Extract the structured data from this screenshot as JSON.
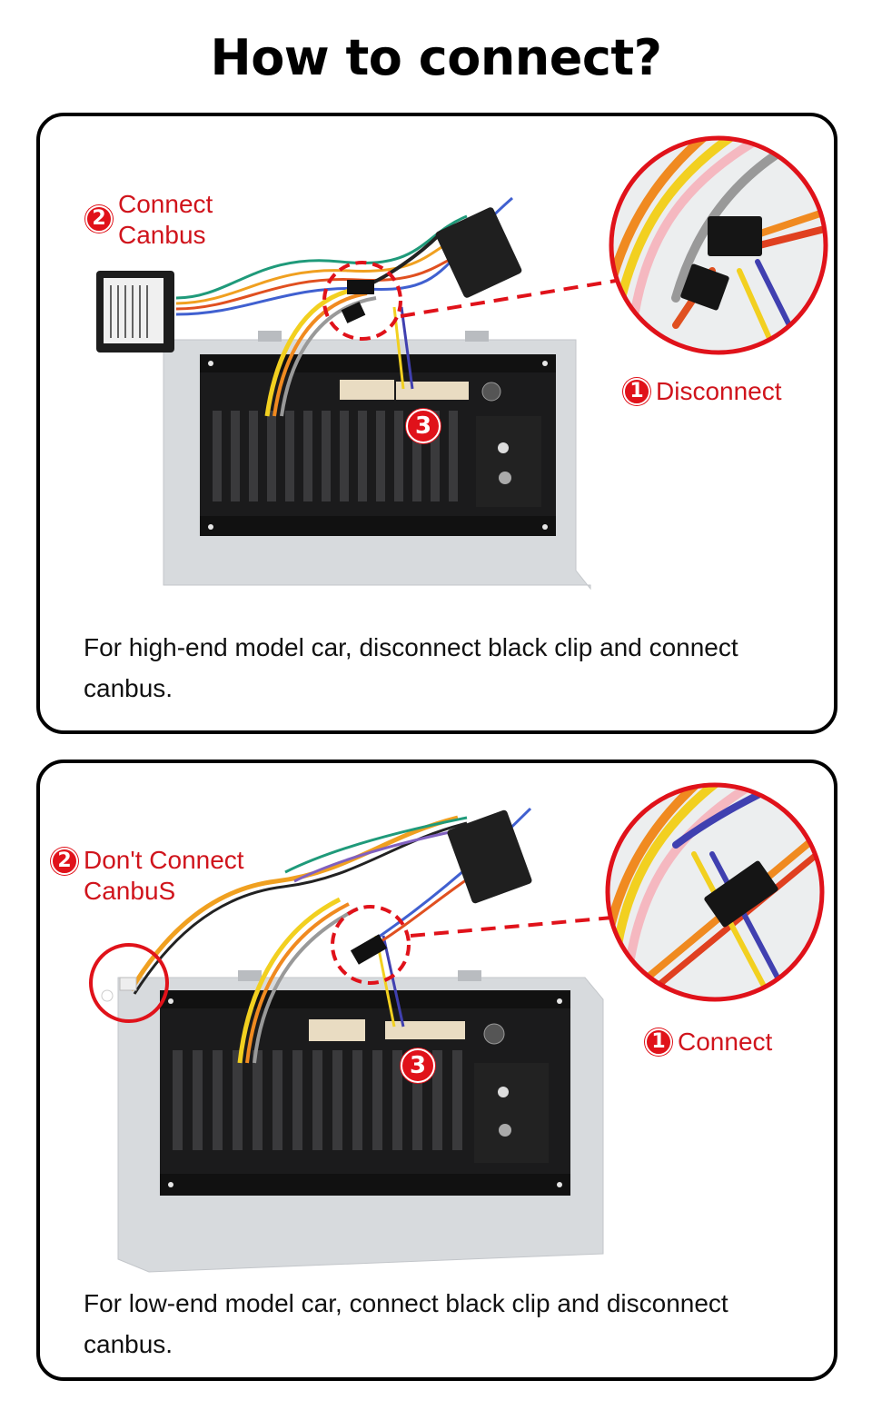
{
  "title": "How to connect?",
  "colors": {
    "accent_red": "#d0141c",
    "badge_red": "#e0121a",
    "frame": "#000000",
    "text": "#111111"
  },
  "panels": [
    {
      "id": "high-end",
      "labels": {
        "canbus": {
          "number": "2",
          "line1": "Connect",
          "line2": "Canbus"
        },
        "clip": {
          "number": "1",
          "text": "Disconnect"
        },
        "harness": {
          "number": "3"
        }
      },
      "caption": "For high-end model car, disconnect black clip and connect canbus."
    },
    {
      "id": "low-end",
      "labels": {
        "canbus": {
          "number": "2",
          "line1": "Don't Connect",
          "line2": "CanbuS"
        },
        "clip": {
          "number": "1",
          "text": "Connect"
        },
        "harness": {
          "number": "3"
        }
      },
      "caption": "For low-end model car, connect black clip and disconnect canbus."
    }
  ],
  "icons": {
    "head_unit": "car-stereo-rear-icon",
    "canbus_box": "canbus-decoder-icon",
    "zoom_circle": "magnifier-detail-icon"
  }
}
